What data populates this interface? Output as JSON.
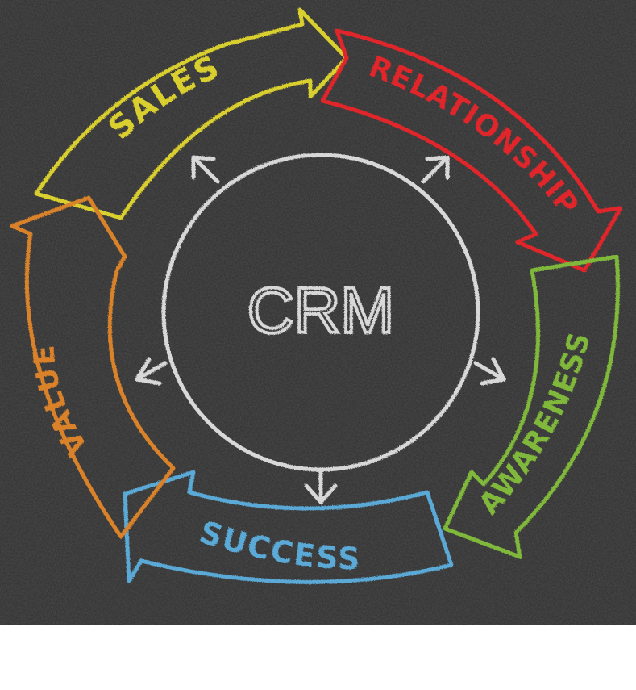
{
  "diagram": {
    "center_label": "CRM",
    "stages": [
      {
        "label": "SALES",
        "color": "#d9cf2e"
      },
      {
        "label": "RELATIONSHIP",
        "color": "#e0262a"
      },
      {
        "label": "AWARENESS",
        "color": "#7fb83a"
      },
      {
        "label": "SUCCESS",
        "color": "#5aa9d6"
      },
      {
        "label": "VALUE",
        "color": "#d9822b"
      }
    ],
    "chalk_color": "#d8d8d8",
    "board_color": "#2f2f2f"
  }
}
